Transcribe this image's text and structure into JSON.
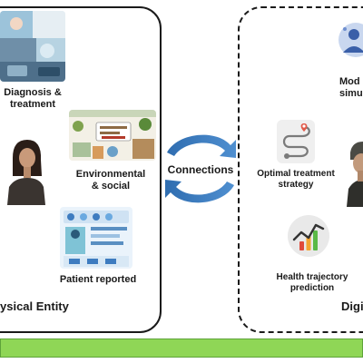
{
  "physical": {
    "title": "ysical Entity",
    "diagnosis_label": "Diagnosis &\ntreatment",
    "environmental_label": "Environmental\n& social",
    "patient_label": "Patient reported"
  },
  "connections_label": "Connections",
  "digital": {
    "title": "Digi",
    "modeling_label": "Mod\nsimu",
    "optimal_label": "Optimal treatment\nstrategy",
    "health_label": "Health trajectory\nprediction"
  },
  "colors": {
    "arrow_blue": "#2f6db0",
    "bar_green": "#8fd656",
    "route_red": "#e25a4a",
    "chart_red": "#e04a3a",
    "chart_orange": "#f3a531",
    "chart_green": "#5bb947"
  }
}
